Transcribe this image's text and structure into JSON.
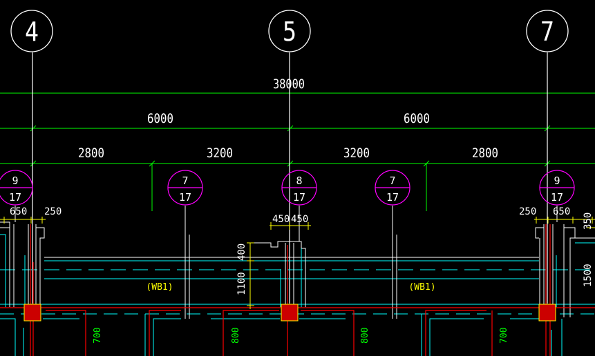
{
  "colors": {
    "background": "#000000",
    "axis_line": "#ffffff",
    "dimension": "#00ff00",
    "tick": "#00ff00",
    "wall": "#00ffff",
    "rebar": "#ff0000",
    "column_fill": "#cc0000",
    "column_stroke": "#ffff00",
    "detail_mark": "#ff00ff",
    "beam_label": "#ffff00",
    "local_dim": "#ffff00",
    "length_text": "#00ff00"
  },
  "grid_axes": [
    {
      "label": "4"
    },
    {
      "label": "5"
    },
    {
      "label": "7"
    }
  ],
  "dimensions": {
    "overall": "38000",
    "bays": [
      "6000",
      "6000"
    ],
    "sub_bays": [
      "2800",
      "3200",
      "3200",
      "2800"
    ]
  },
  "detail_marks": [
    {
      "top": "9",
      "bottom": "17"
    },
    {
      "top": "7",
      "bottom": "17"
    },
    {
      "top": "8",
      "bottom": "17"
    },
    {
      "top": "7",
      "bottom": "17"
    },
    {
      "top": "9",
      "bottom": "17"
    }
  ],
  "local_dimensions": {
    "left": [
      "650",
      "250"
    ],
    "middle": [
      "450",
      "450"
    ],
    "right": [
      "250",
      "650"
    ],
    "far_right": "350",
    "vertical": [
      "400",
      "1100"
    ],
    "right_vertical": "1500"
  },
  "beam_labels": [
    "(WB1)",
    "(WB1)"
  ],
  "rebar_lengths": [
    "700",
    "800",
    "800",
    "700"
  ]
}
